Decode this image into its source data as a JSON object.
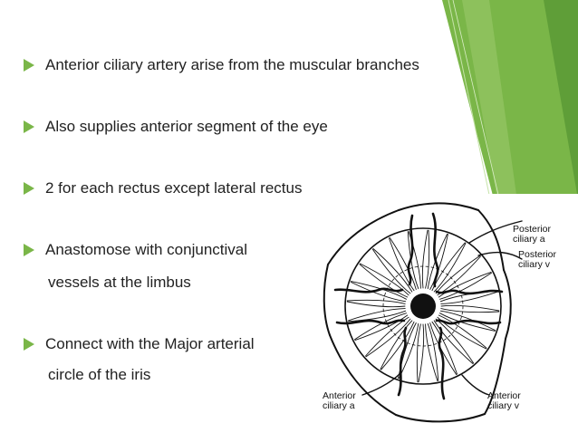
{
  "slide": {
    "bullets": [
      {
        "text": "Anterior ciliary artery arise from the muscular branches"
      },
      {
        "text": "Also supplies anterior segment of the eye"
      },
      {
        "text": "2 for each rectus except lateral rectus"
      },
      {
        "text": "Anastomose with conjunctival",
        "continuation": "vessels at the limbus"
      },
      {
        "text": "Connect with the Major arterial",
        "continuation": "circle of the iris"
      }
    ],
    "bullet_color": "#7ab648",
    "accent_colors": [
      "#7ab648",
      "#5b9a36",
      "#9ccb6e"
    ]
  },
  "figure": {
    "labels": {
      "posterior_ciliary_a": [
        "Posterior",
        "ciliary a"
      ],
      "posterior_ciliary_v": [
        "Posterior",
        "ciliary v"
      ],
      "anterior_ciliary_a": [
        "Anterior",
        "ciliary a"
      ],
      "anterior_ciliary_v": [
        "Anterior",
        "ciliary v"
      ]
    }
  }
}
